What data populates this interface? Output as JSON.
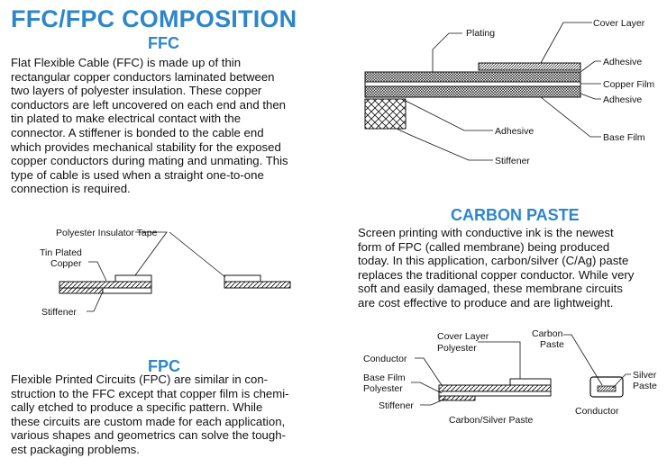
{
  "title": "FFC/FPC COMPOSITION",
  "ffc": {
    "heading": "FFC",
    "paragraph": "    Flat Flexible Cable (FFC) is made up of thin\nrectangular copper conductors laminated between\ntwo layers of polyester insulation. These copper\nconductors are left uncovered on each end and then\ntin plated to make electrical contact with the\nconnector. A stiffener is bonded to the cable end\nwhich provides mechanical stability for the exposed\ncopper conductors during mating and unmating. This\ntype of cable is used when a straight one-to-one\nconnection is required.",
    "diagram_labels": {
      "polyester_tape": "Polyester Insulator Tape",
      "tin_plated": "Tin Plated",
      "copper": "Copper",
      "stiffener": "Stiffener"
    }
  },
  "fpc": {
    "heading": "FPC",
    "paragraph": "    Flexible Printed Circuits (FPC) are similar in con-\nstruction to the FFC except that copper film is chemi-\ncally etched to produce a specific pattern. While\nthese circuits are custom made for each application,\nvarious shapes and geometrics can solve the tough-\nest packaging problems."
  },
  "layers_diagram": {
    "labels": {
      "plating": "Plating",
      "cover_layer": "Cover Layer",
      "adhesive_top": "Adhesive",
      "copper_film": "Copper Film",
      "adhesive_right": "Adhesive",
      "adhesive_bottom": "Adhesive",
      "base_film": "Base Film",
      "stiffener": "Stiffener"
    }
  },
  "carbon": {
    "heading": "CARBON PASTE",
    "paragraph": "    Screen printing with conductive ink is the newest\nform of FPC (called membrane) being produced\ntoday. In this application, carbon/silver (C/Ag) paste\nreplaces the traditional copper conductor. While very\nsoft and easily damaged, these membrane circuits\nare cost effective to produce and are lightweight.",
    "diagram_labels": {
      "cover_layer": "Cover Layer",
      "cover_polyester": "Polyester",
      "conductor_left": "Conductor",
      "base_film": "Base Film",
      "base_polyester": "Polyester",
      "stiffener": "Stiffener",
      "carbon_silver_paste": "Carbon/Silver Paste",
      "carbon": "Carbon",
      "paste": "Paste",
      "silver": "Silver",
      "silver_paste": "Paste",
      "conductor_right": "Conductor"
    }
  }
}
